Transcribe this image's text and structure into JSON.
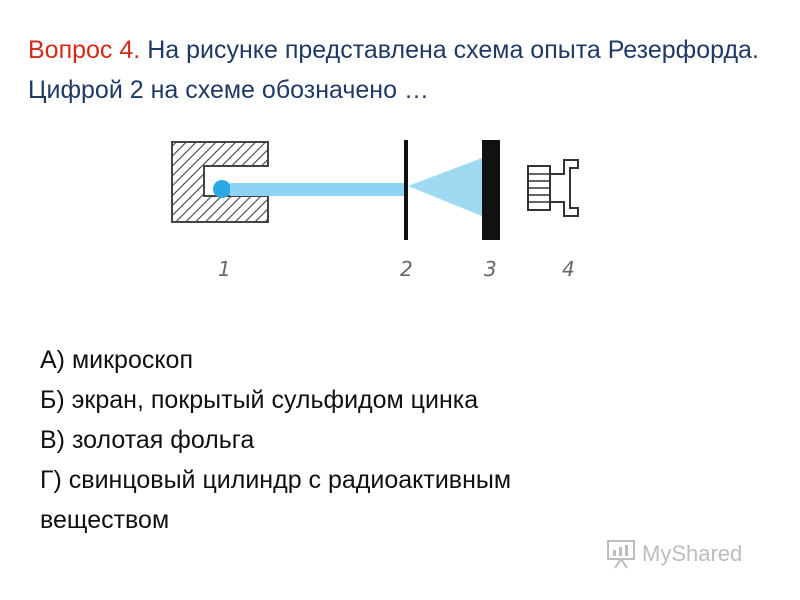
{
  "question": {
    "number": "Вопрос 4.",
    "text": "На рисунке представлена схема  опыта Резерфорда. Цифрой  2 на схеме обозначено …"
  },
  "diagram": {
    "labels": [
      "1",
      "2",
      "3",
      "4"
    ],
    "colors": {
      "beam": "#8fd3f4",
      "source_dot": "#2aa9e6",
      "scatter_fan": "#9fd9f2",
      "hatch": "#444444",
      "screen": "#111111"
    }
  },
  "answers": [
    "А) микроскоп",
    "Б) экран,  покрытый сульфидом цинка",
    "В) золотая фольга",
    "Г) свинцовый цилиндр с радиоактивным",
    "веществом"
  ],
  "watermark": {
    "icon": "presentation-board-icon",
    "text": "MyShared"
  }
}
